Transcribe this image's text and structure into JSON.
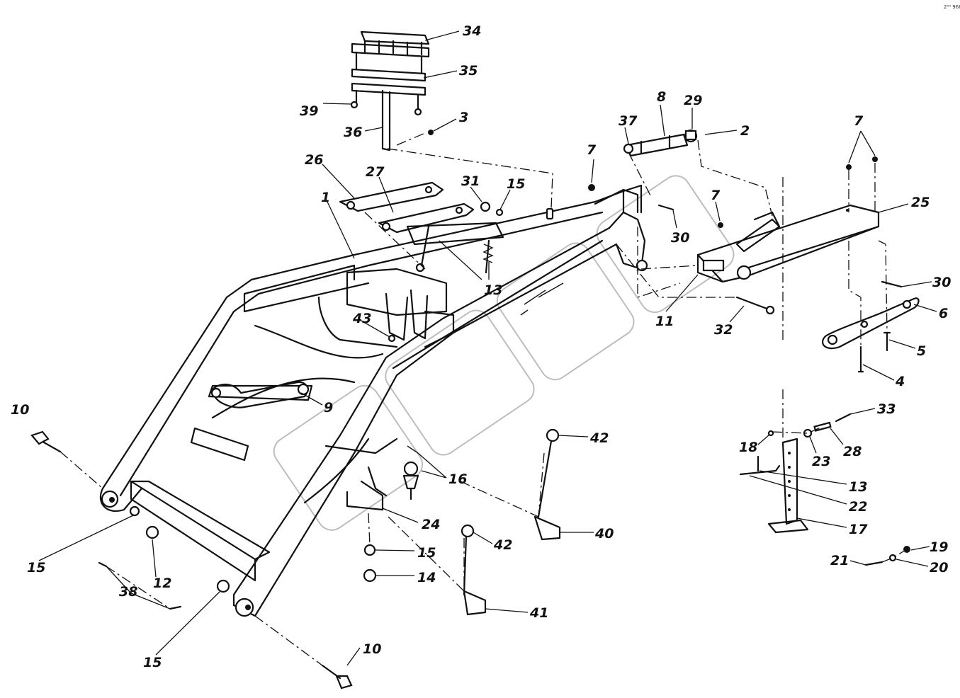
{
  "corner_code": "2⁰⁰ 968",
  "callouts": {
    "c1": "1",
    "c2": "2",
    "c3": "3",
    "c4": "4",
    "c5": "5",
    "c6": "6",
    "c7a": "7",
    "c7b": "7",
    "c7c": "7",
    "c8": "8",
    "c9": "9",
    "c10a": "10",
    "c10b": "10",
    "c11": "11",
    "c12": "12",
    "c13a": "13",
    "c13b": "13",
    "c14": "14",
    "c15a": "15",
    "c15b": "15",
    "c15c": "15",
    "c15d": "15",
    "c16": "16",
    "c17": "17",
    "c18": "18",
    "c19": "19",
    "c20": "20",
    "c21": "21",
    "c22": "22",
    "c23": "23",
    "c24": "24",
    "c25": "25",
    "c26": "26",
    "c27": "27",
    "c28": "28",
    "c29": "29",
    "c30a": "30",
    "c30b": "30",
    "c31": "31",
    "c32": "32",
    "c33": "33",
    "c34": "34",
    "c35": "35",
    "c36": "36",
    "c37": "37",
    "c38": "38",
    "c39": "39",
    "c40": "40",
    "c41": "41",
    "c42a": "42",
    "c42b": "42",
    "c43": "43"
  },
  "watermark_icon": "watermark-stamp"
}
